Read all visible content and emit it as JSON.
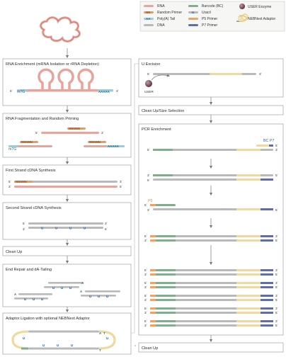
{
  "legend": {
    "items": [
      {
        "label": "RNA",
        "icon": "rna-swatch-icon"
      },
      {
        "label": "Random Primer",
        "icon": "random-primer-swatch-icon",
        "glyph": "NN"
      },
      {
        "label": "Poly(A) Tail",
        "icon": "polya-swatch-icon",
        "glyph": "AA"
      },
      {
        "label": "DNA",
        "icon": "dna-swatch-icon"
      },
      {
        "label": "Barcode (BC)",
        "icon": "barcode-swatch-icon"
      },
      {
        "label": "Uracil",
        "icon": "uracil-swatch-icon",
        "glyph": "U"
      },
      {
        "label": "P5 Primer",
        "icon": "p5-swatch-icon"
      },
      {
        "label": "P7 Primer",
        "icon": "p7-swatch-icon"
      },
      {
        "label": "USER Enzyme",
        "icon": "user-enzyme-icon"
      },
      {
        "label": "NEBNext Adaptor",
        "icon": "adaptor-icon"
      }
    ]
  },
  "left_steps": [
    {
      "title": "RNA Enrichment (mRNA Isolation or rRNA Depletion)"
    },
    {
      "title": "RNA Fragmentation and Random Priming"
    },
    {
      "title": "First Strand cDNA Synthesis"
    },
    {
      "title": "Second Strand cDNA Synthesis"
    },
    {
      "title": "Clean Up"
    },
    {
      "title": "End Repair and dA-Tailing"
    },
    {
      "title": "Adaptor Ligation with optional NEBNext Adaptor"
    }
  ],
  "right_steps": [
    {
      "title": "U Excision"
    },
    {
      "title": "Clean Up/Size Selection"
    },
    {
      "title": "PCR Enrichment"
    },
    {
      "title": "Clean Up"
    }
  ],
  "labels": {
    "m7g": "m7G",
    "aaaaa": "AAAAA",
    "nnnnn": "NNNNN",
    "five": "5´",
    "three": "3´",
    "u": "U",
    "a": "A",
    "t": "T",
    "user": "USER",
    "bc": "BC",
    "p7": "P7",
    "p5": "P5"
  },
  "colors": {
    "rna": "#e8a49a",
    "rna_dark": "#c9605a",
    "primer": "#d9a066",
    "polya": "#9ecbdc",
    "dna": "#b9b9b9",
    "barcode": "#7fae8c",
    "uracil": "#3b78c4",
    "p5": "#f0a35e",
    "p7": "#5d6fa6",
    "adaptor": "#f0d9a0",
    "user": "#7a4d5c"
  }
}
